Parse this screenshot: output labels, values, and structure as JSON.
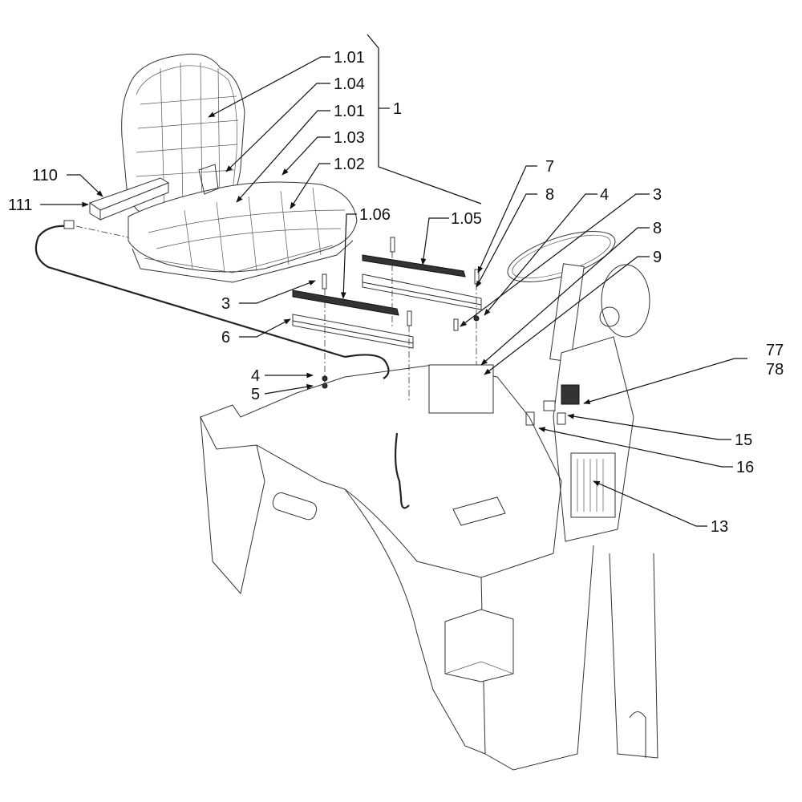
{
  "diagram": {
    "title": "Operator seat and control console exploded parts view",
    "callouts": [
      {
        "id": "c101a",
        "text": "1.01",
        "target": "seat backrest"
      },
      {
        "id": "c104",
        "text": "1.04",
        "target": "seat bracket / switch"
      },
      {
        "id": "c101b",
        "text": "1.01",
        "target": "seat cushion"
      },
      {
        "id": "c103",
        "text": "1.03",
        "target": "seat rear edge"
      },
      {
        "id": "c102",
        "text": "1.02",
        "target": "seat cushion right"
      },
      {
        "id": "c1",
        "text": "1",
        "target": "seat assembly group"
      },
      {
        "id": "c110",
        "text": "110",
        "target": "armrest bracket"
      },
      {
        "id": "c111",
        "text": "111",
        "target": "bracket fastener"
      },
      {
        "id": "c106",
        "text": "1.06",
        "target": "left seat rail"
      },
      {
        "id": "c105",
        "text": "1.05",
        "target": "right seat rail"
      },
      {
        "id": "c7",
        "text": "7",
        "target": "bolt"
      },
      {
        "id": "c8a",
        "text": "8",
        "target": "washer"
      },
      {
        "id": "c4a",
        "text": "4",
        "target": "washer"
      },
      {
        "id": "c3a",
        "text": "3",
        "target": "bolt"
      },
      {
        "id": "c8b",
        "text": "8",
        "target": "washer"
      },
      {
        "id": "c9",
        "text": "9",
        "target": "fastener"
      },
      {
        "id": "c3b",
        "text": "3",
        "target": "bolt"
      },
      {
        "id": "c6",
        "text": "6",
        "target": "seat mounting plate"
      },
      {
        "id": "c4b",
        "text": "4",
        "target": "washer"
      },
      {
        "id": "c5",
        "text": "5",
        "target": "nut"
      },
      {
        "id": "c77",
        "text": "77",
        "target": "switch"
      },
      {
        "id": "c78",
        "text": "78",
        "target": "switch"
      },
      {
        "id": "c15",
        "text": "15",
        "target": "switch cover"
      },
      {
        "id": "c16",
        "text": "16",
        "target": "switch cap"
      },
      {
        "id": "c13",
        "text": "13",
        "target": "fuse / relay box"
      }
    ]
  }
}
